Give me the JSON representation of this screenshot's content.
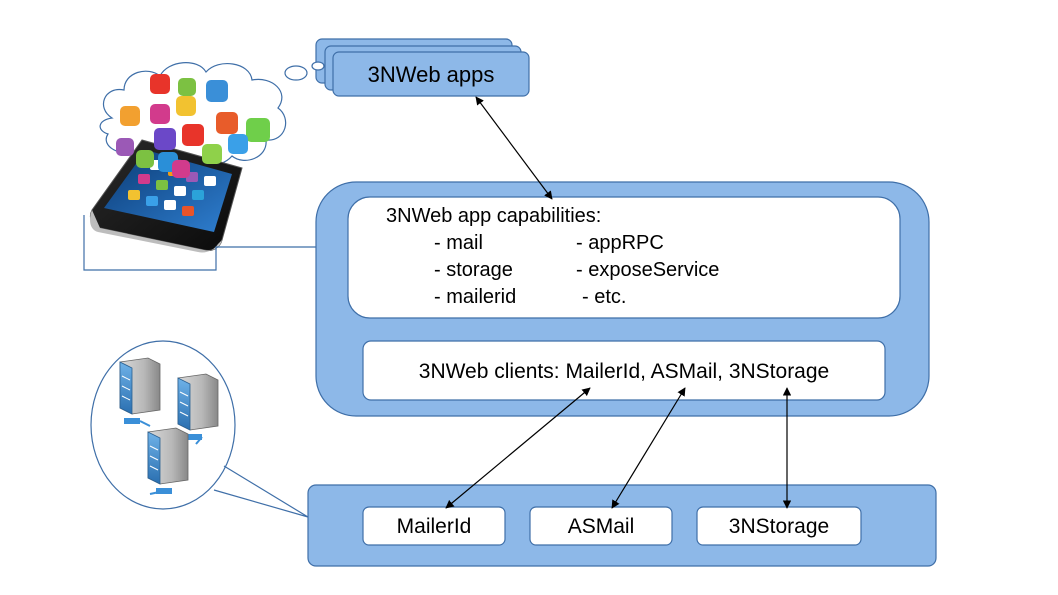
{
  "apps": {
    "label": "3NWeb apps"
  },
  "capabilities": {
    "title": "3NWeb app capabilities:",
    "items": [
      "- mail",
      "- appRPC",
      "- storage",
      "- exposeService",
      "- mailerid",
      "- etc."
    ]
  },
  "clients": {
    "label": "3NWeb clients: MailerId, ASMail, 3NStorage"
  },
  "services": [
    {
      "label": "MailerId"
    },
    {
      "label": "ASMail"
    },
    {
      "label": "3NStorage"
    }
  ],
  "icons": {
    "phone": "smartphone-with-apps-icon",
    "servers": "server-cluster-icon"
  },
  "colors": {
    "box_fill": "#8db8e8",
    "box_stroke": "#3f6fa8",
    "white": "#ffffff",
    "line": "#000000"
  }
}
